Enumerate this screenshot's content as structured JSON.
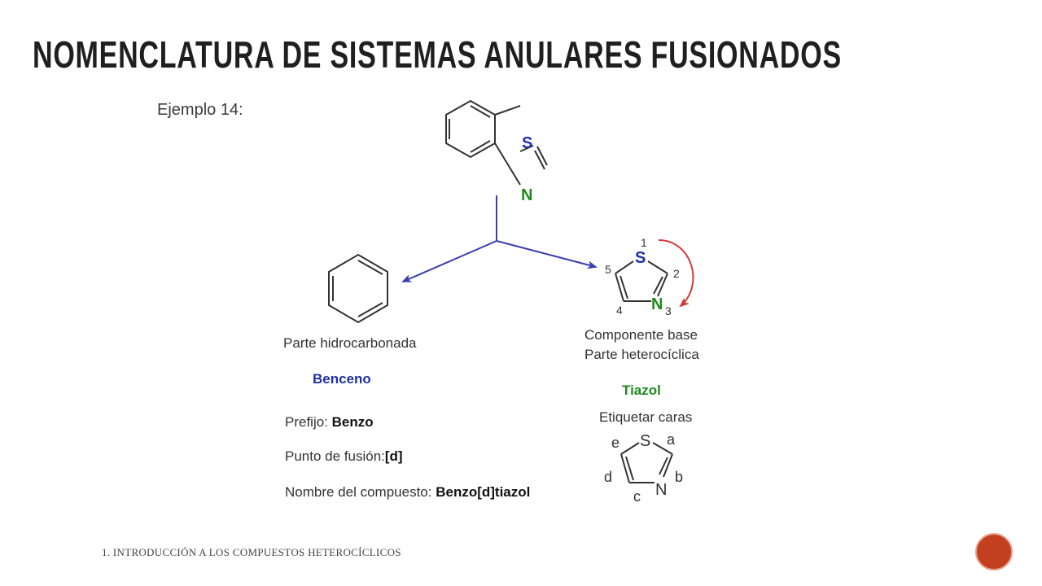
{
  "slide": {
    "title": "NOMENCLATURA DE SISTEMAS ANULARES FUSIONADOS",
    "footer": "1. INTRODUCCIÓN A LOS COMPUESTOS HETEROCÍCLICOS"
  },
  "example": {
    "label": "Ejemplo 14:",
    "left_part": {
      "caption": "Parte hidrocarbonada",
      "name": "Benceno",
      "prefix_label": "Prefijo:",
      "prefix_value": "Benzo",
      "fusion_label": "Punto de fusión:",
      "fusion_value": "[d]",
      "compound_label": "Nombre del compuesto:",
      "compound_value": "Benzo[d]tiazol"
    },
    "right_part": {
      "caption_line1": "Componente base",
      "caption_line2": "Parte heterocíclica",
      "name": "Tiazol",
      "faces_caption": "Etiquetar caras"
    },
    "atoms": {
      "sulfur": "S",
      "nitrogen": "N"
    },
    "ring_numbers": [
      "1",
      "2",
      "3",
      "4",
      "5"
    ],
    "face_letters": [
      "a",
      "b",
      "c",
      "d",
      "e"
    ]
  },
  "colors": {
    "sulfur": "#1f2fa8",
    "nitrogen": "#1e8a1e",
    "split_arrows": "#3a3fb0",
    "numbering_arrow": "#d23a3a",
    "badge": "#c2401f"
  }
}
